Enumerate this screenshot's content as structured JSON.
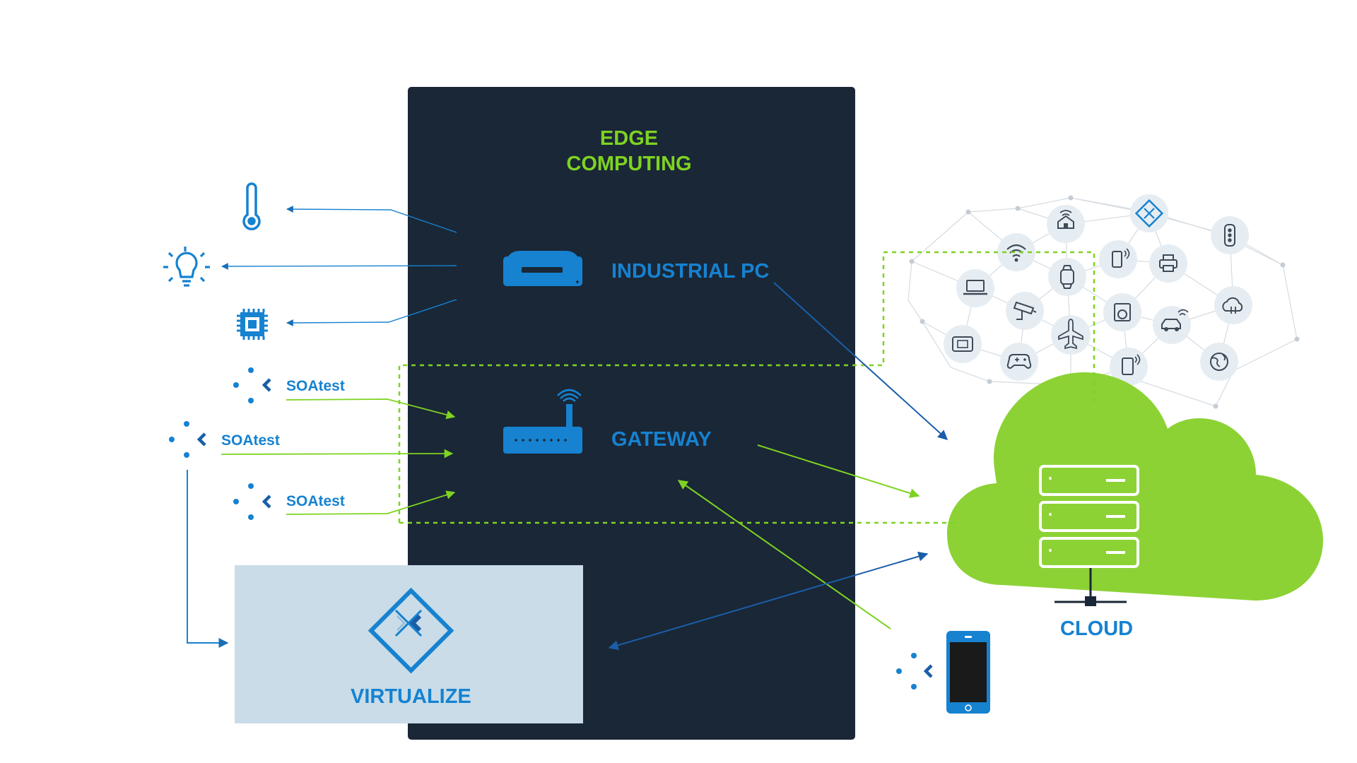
{
  "edge": {
    "title_line1": "EDGE",
    "title_line2": "COMPUTING"
  },
  "industrial_pc": {
    "label": "INDUSTRIAL PC"
  },
  "gateway": {
    "label": "GATEWAY"
  },
  "cloud": {
    "label": "CLOUD"
  },
  "virtualize": {
    "label": "VIRTUALIZE"
  },
  "soatest": {
    "label_1": "SOAtest",
    "label_2": "SOAtest",
    "label_3": "SOAtest"
  },
  "colors": {
    "dark_panel": "#1a2737",
    "accent_green": "#7ed321",
    "accent_blue": "#1682d0",
    "virtualize_bg": "#c9dce8",
    "cloud_green": "#8cd235",
    "iot_node": "#e6edf2",
    "iot_mesh": "#d0d6dc"
  },
  "icons": {
    "devices": [
      "thermometer-icon",
      "lightbulb-icon",
      "chip-icon"
    ],
    "iot": [
      "home-wifi-icon",
      "virtualize-mini-icon",
      "traffic-light-icon",
      "wifi-icon",
      "phone-icon",
      "printer-icon",
      "laptop-icon",
      "smartwatch-icon",
      "cctv-icon",
      "washer-icon",
      "car-icon",
      "cloud-sync-icon",
      "thermostat-icon",
      "gamepad-icon",
      "airplane-icon",
      "tablet-icon",
      "globe-icon"
    ]
  }
}
